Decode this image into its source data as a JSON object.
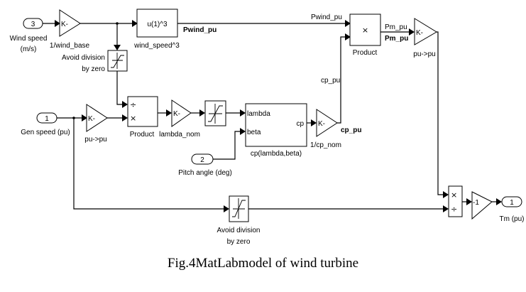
{
  "diagram": {
    "title": "MatLab model of wind turbine",
    "inports": [
      {
        "id": "in3",
        "number": "3",
        "label_line1": "Wind speed",
        "label_line2": "(m/s)"
      },
      {
        "id": "in1",
        "number": "1",
        "label": "Gen speed (pu)"
      },
      {
        "id": "in2",
        "number": "2",
        "label": "Pitch angle (deg)"
      }
    ],
    "outports": [
      {
        "id": "out1",
        "number": "1",
        "label": "Tm (pu)"
      }
    ],
    "gains": [
      {
        "id": "g_wind_base",
        "content": "K-",
        "label": "1/wind_base"
      },
      {
        "id": "g_pu_mid",
        "content": "K-",
        "label": "pu->pu"
      },
      {
        "id": "g_lambda_nom",
        "content": "K-",
        "label": "lambda_nom"
      },
      {
        "id": "g_cp_nom",
        "content": "K-",
        "label": "1/cp_nom"
      },
      {
        "id": "g_pu_top",
        "content": "K-",
        "label": "pu->pu"
      },
      {
        "id": "g_neg",
        "content": "-1",
        "label": ""
      }
    ],
    "fcn": {
      "content": "u(1)^3",
      "label": "wind_speed^3"
    },
    "saturations": [
      {
        "id": "sat1",
        "label_line1": "Avoid division",
        "label_line2": "by zero"
      },
      {
        "id": "sat2",
        "label_line1": "",
        "label_line2": ""
      },
      {
        "id": "sat3",
        "label_line1": "Avoid division",
        "label_line2": "by zero"
      }
    ],
    "products": [
      {
        "id": "prod_top",
        "label": "Product",
        "symbol": "×"
      },
      {
        "id": "prod_mid",
        "label": "Product",
        "in1": "÷",
        "in2": "×"
      },
      {
        "id": "prod_out",
        "label": "",
        "in1": "×",
        "in2": "÷"
      }
    ],
    "cp_block": {
      "label": "cp(lambda,beta)",
      "in_lambda": "lambda",
      "in_beta": "beta",
      "out_cp": "cp"
    },
    "signals": {
      "pwind_out": "Pwind_pu",
      "pwind_in": "Pwind_pu",
      "cp_in": "cp_pu",
      "cp_out": "cp_pu",
      "pm_top": "Pm_pu",
      "pm_bottom": "Pm_pu"
    }
  },
  "caption": "Fig.4MatLabmodel of wind turbine"
}
